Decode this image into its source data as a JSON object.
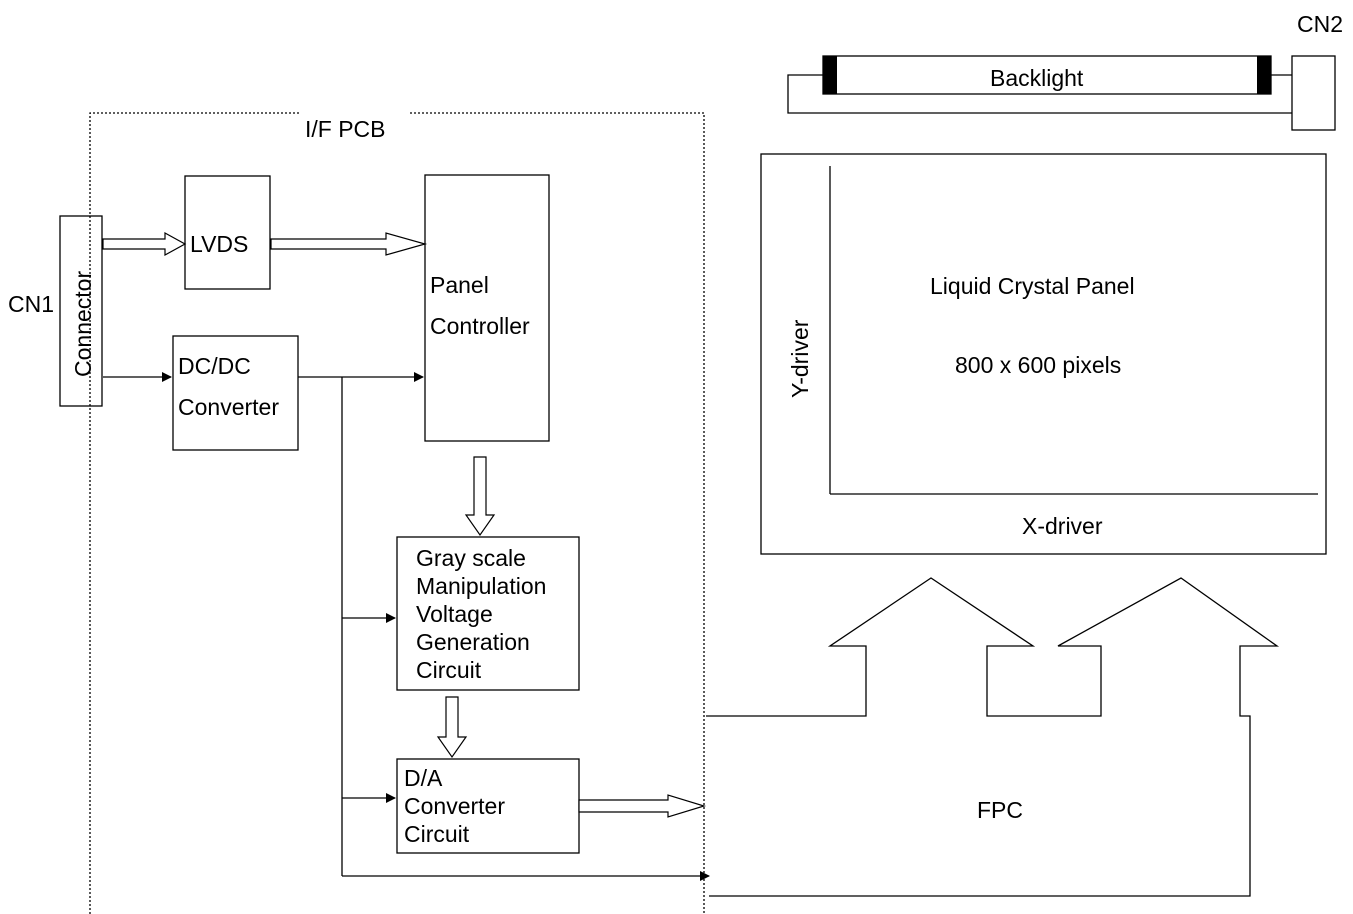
{
  "labels": {
    "cn1": "CN1",
    "cn2": "CN2",
    "connector": "Connector",
    "if_pcb": "I/F PCB",
    "lvds": "LVDS",
    "panel_controller": [
      "Panel",
      "Controller"
    ],
    "dcdc": [
      "DC/DC",
      "Converter"
    ],
    "grayscale": [
      "Gray scale",
      "Manipulation",
      "Voltage",
      "Generation",
      "Circuit"
    ],
    "da_converter": [
      "D/A",
      "Converter",
      "Circuit"
    ],
    "backlight": "Backlight",
    "lcp_title": "Liquid Crystal Panel",
    "lcp_pixels": "800 x 600 pixels",
    "y_driver": "Y-driver",
    "x_driver": "X-driver",
    "fpc": "FPC"
  }
}
